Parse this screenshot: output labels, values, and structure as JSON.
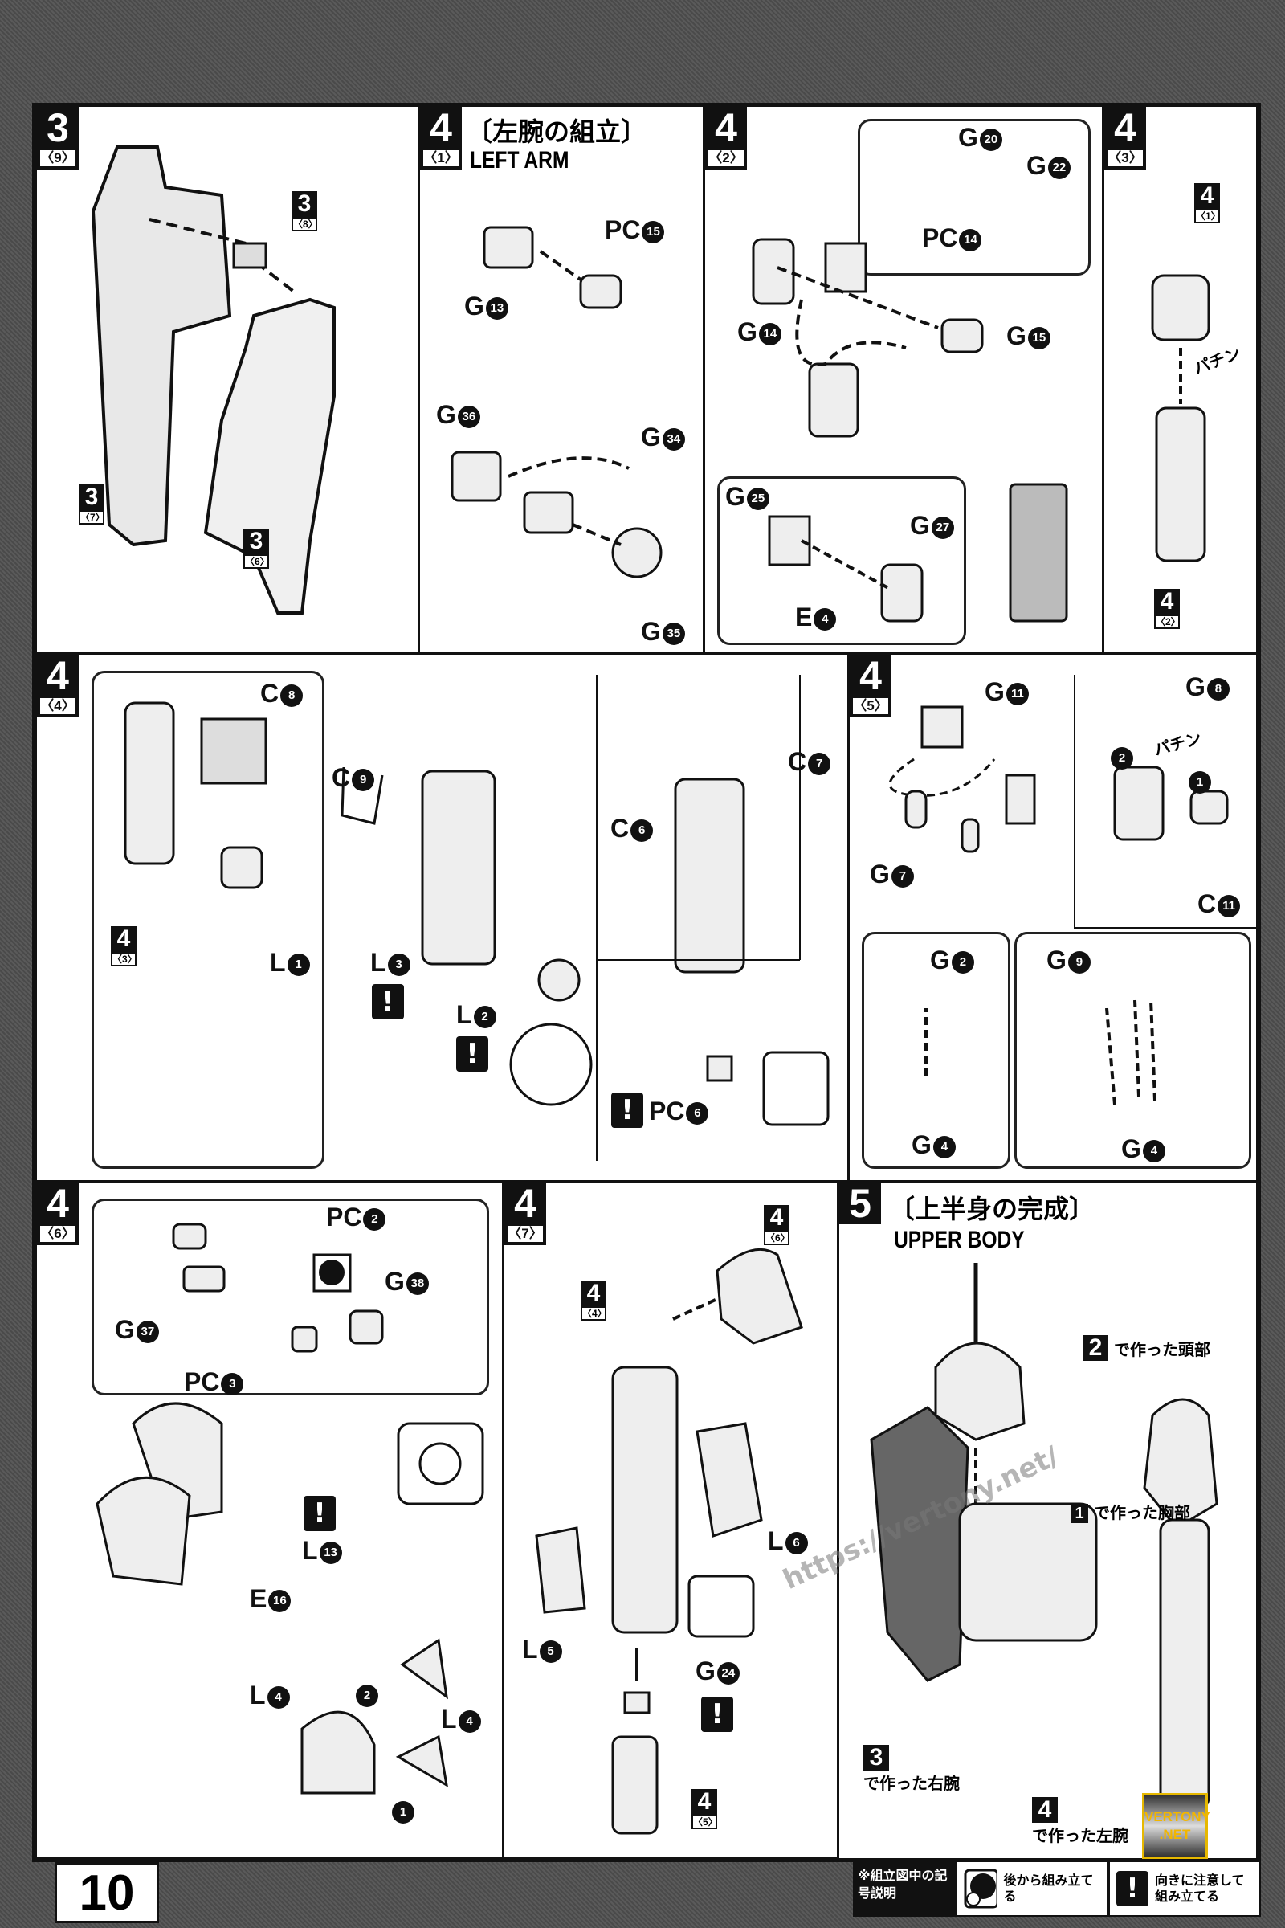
{
  "page_number": "10",
  "panels": {
    "p3_9": {
      "step": "3",
      "sub": "〈9〉",
      "refs": [
        {
          "n": "3",
          "s": "〈8〉"
        },
        {
          "n": "3",
          "s": "〈7〉"
        },
        {
          "n": "3",
          "s": "〈6〉"
        }
      ]
    },
    "p4_1": {
      "step": "4",
      "sub": "〈1〉",
      "title_jp": "〔左腕の組立〕",
      "title_en": "LEFT ARM",
      "parts": [
        {
          "l": "PC",
          "n": "15"
        },
        {
          "l": "G",
          "n": "13"
        },
        {
          "l": "G",
          "n": "36"
        },
        {
          "l": "G",
          "n": "34"
        },
        {
          "l": "G",
          "n": "35"
        }
      ]
    },
    "p4_2": {
      "step": "4",
      "sub": "〈2〉",
      "parts": [
        {
          "l": "G",
          "n": "20"
        },
        {
          "l": "G",
          "n": "22"
        },
        {
          "l": "PC",
          "n": "14"
        },
        {
          "l": "G",
          "n": "14"
        },
        {
          "l": "G",
          "n": "15"
        },
        {
          "l": "G",
          "n": "25"
        },
        {
          "l": "G",
          "n": "27"
        },
        {
          "l": "E",
          "n": "4"
        }
      ]
    },
    "p4_3": {
      "step": "4",
      "sub": "〈3〉",
      "refs": [
        {
          "n": "4",
          "s": "〈1〉"
        },
        {
          "n": "4",
          "s": "〈2〉"
        }
      ],
      "snap": "パチン"
    },
    "p4_4": {
      "step": "4",
      "sub": "〈4〉",
      "refs": [
        {
          "n": "4",
          "s": "〈3〉"
        }
      ],
      "parts": [
        {
          "l": "C",
          "n": "8"
        },
        {
          "l": "C",
          "n": "9"
        },
        {
          "l": "L",
          "n": "1"
        },
        {
          "l": "L",
          "n": "3"
        },
        {
          "l": "L",
          "n": "2"
        },
        {
          "l": "C",
          "n": "7"
        },
        {
          "l": "C",
          "n": "6"
        },
        {
          "l": "PC",
          "n": "6"
        }
      ]
    },
    "p4_5": {
      "step": "4",
      "sub": "〈5〉",
      "snap": "パチン",
      "order": [
        "2",
        "1"
      ],
      "parts": [
        {
          "l": "G",
          "n": "11"
        },
        {
          "l": "G",
          "n": "8"
        },
        {
          "l": "G",
          "n": "7"
        },
        {
          "l": "C",
          "n": "11"
        },
        {
          "l": "G",
          "n": "2"
        },
        {
          "l": "G",
          "n": "9"
        },
        {
          "l": "G",
          "n": "4"
        },
        {
          "l": "G",
          "n": "4"
        }
      ]
    },
    "p4_6": {
      "step": "4",
      "sub": "〈6〉",
      "order": [
        "2",
        "1"
      ],
      "parts": [
        {
          "l": "PC",
          "n": "2"
        },
        {
          "l": "G",
          "n": "38"
        },
        {
          "l": "G",
          "n": "37"
        },
        {
          "l": "PC",
          "n": "3"
        },
        {
          "l": "L",
          "n": "13"
        },
        {
          "l": "E",
          "n": "16"
        },
        {
          "l": "L",
          "n": "4"
        },
        {
          "l": "L",
          "n": "4"
        }
      ]
    },
    "p4_7": {
      "step": "4",
      "sub": "〈7〉",
      "refs": [
        {
          "n": "4",
          "s": "〈6〉"
        },
        {
          "n": "4",
          "s": "〈4〉"
        },
        {
          "n": "4",
          "s": "〈5〉"
        }
      ],
      "parts": [
        {
          "l": "L",
          "n": "6"
        },
        {
          "l": "L",
          "n": "5"
        },
        {
          "l": "G",
          "n": "24"
        }
      ]
    },
    "p5": {
      "step": "5",
      "title_jp": "〔上半身の完成〕",
      "title_en": "UPPER BODY",
      "notes": [
        {
          "n": "2",
          "t": "で作った頭部"
        },
        {
          "n": "1",
          "t": "で作った胸部"
        },
        {
          "n": "3",
          "t": "で作った右腕"
        },
        {
          "n": "4",
          "t": "で作った左腕"
        }
      ]
    }
  },
  "watermark": "https://vertony.net/",
  "logo": {
    "line1": "VERTONY",
    "line2": ".NET",
    "color": "#f2b600"
  },
  "legend": {
    "key": "※組立図中の記号説明",
    "items": [
      {
        "icon": "assemble-later-icon",
        "text": "後から組み立てる"
      },
      {
        "icon": "exclamation-icon",
        "text": "向きに注意して組み立てる"
      }
    ]
  },
  "icons": {
    "warning": "!"
  }
}
